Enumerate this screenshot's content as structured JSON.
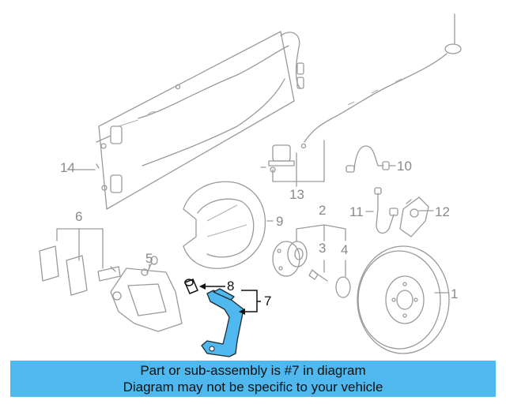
{
  "banner": {
    "line1": "Part or sub-assembly is #7 in diagram",
    "line2": "Diagram may not be specific to your vehicle"
  },
  "callouts": {
    "c1": "1",
    "c2": "2",
    "c3": "3",
    "c4": "4",
    "c5": "5",
    "c6": "6",
    "c7": "7",
    "c8": "8",
    "c9": "9",
    "c10": "10",
    "c11": "11",
    "c12": "12",
    "c13": "13",
    "c14": "14"
  },
  "colors": {
    "banner_bg": "#4fb8ef",
    "highlight_part": "#4fb8ef",
    "line_art": "#9a9a9a",
    "active_callout": "#111111"
  },
  "highlighted_part": "7"
}
